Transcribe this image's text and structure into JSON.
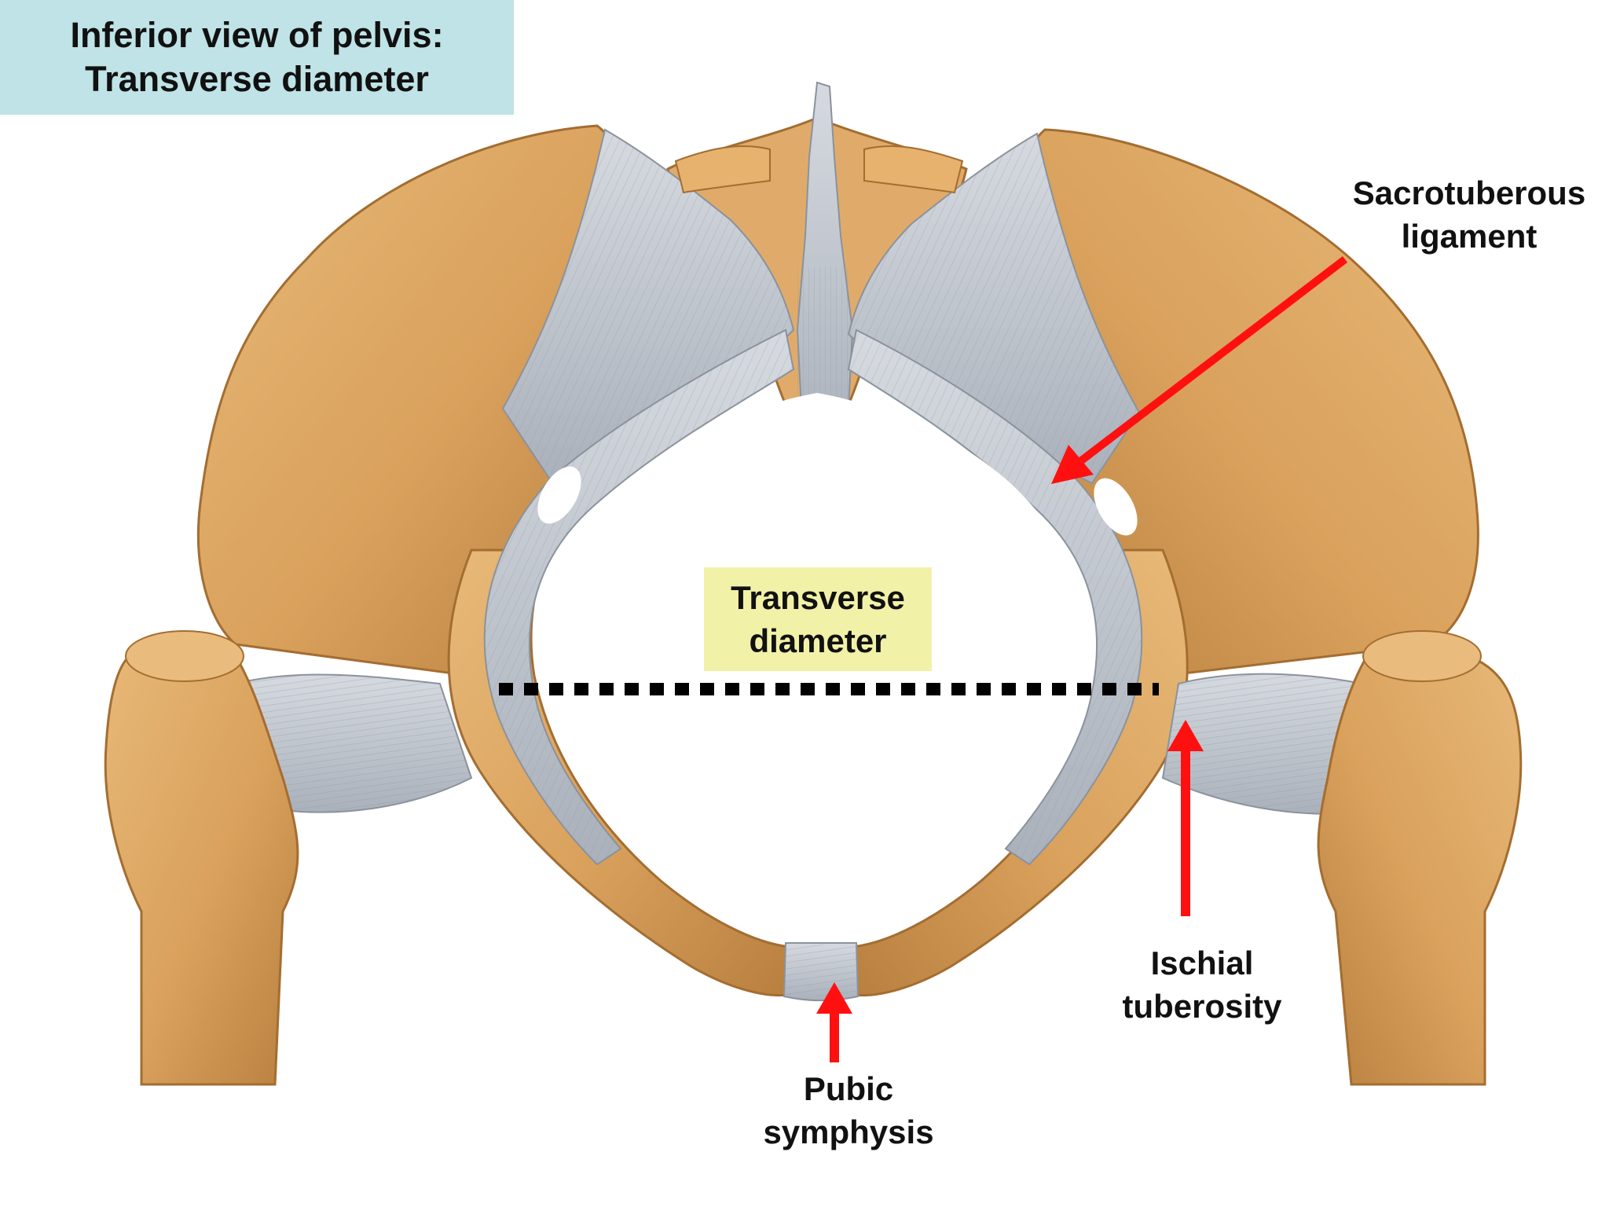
{
  "title": {
    "line1": "Inferior view of pelvis:",
    "line2": "Transverse diameter"
  },
  "labels": {
    "sacrotuberous": {
      "line1": "Sacrotuberous",
      "line2": "ligament"
    },
    "ischial": {
      "line1": "Ischial",
      "line2": "tuberosity"
    },
    "pubic": {
      "line1": "Pubic",
      "line2": "symphysis"
    },
    "transverse": {
      "line1": "Transverse",
      "line2": "diameter"
    }
  },
  "colors": {
    "bone": "#dca562",
    "bone_shadow": "#b27b3c",
    "ligament": "#c7ccd3",
    "ligament_shadow": "#9aa2ad",
    "arrow": "#ff1010",
    "title_bg": "#bfe3e6",
    "diameter_label_bg": "#f2f1a8",
    "dotted_line": "#000000"
  }
}
